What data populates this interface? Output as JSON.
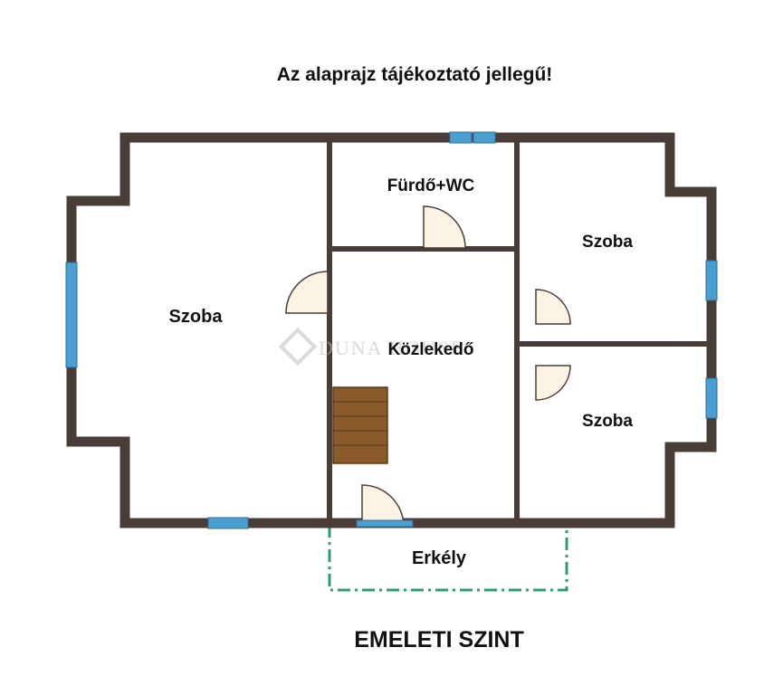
{
  "header": {
    "disclaimer": "Az alaprajz tájékoztató jellegű!"
  },
  "footer": {
    "level_title": "EMELETI SZINT"
  },
  "rooms": {
    "left_room": "Szoba",
    "bathroom": "Fürdő+WC",
    "corridor": "Közlekedő",
    "right_top_room": "Szoba",
    "right_bottom_room": "Szoba",
    "balcony": "Erkély"
  },
  "watermark": {
    "text": "DUNA HOUSE"
  },
  "colors": {
    "wall": "#4a3c37",
    "window": "#4a9fd0",
    "door_fill": "#fbf3e4",
    "stairs": "#8b5a2b",
    "balcony_line": "#2e9c6e"
  }
}
